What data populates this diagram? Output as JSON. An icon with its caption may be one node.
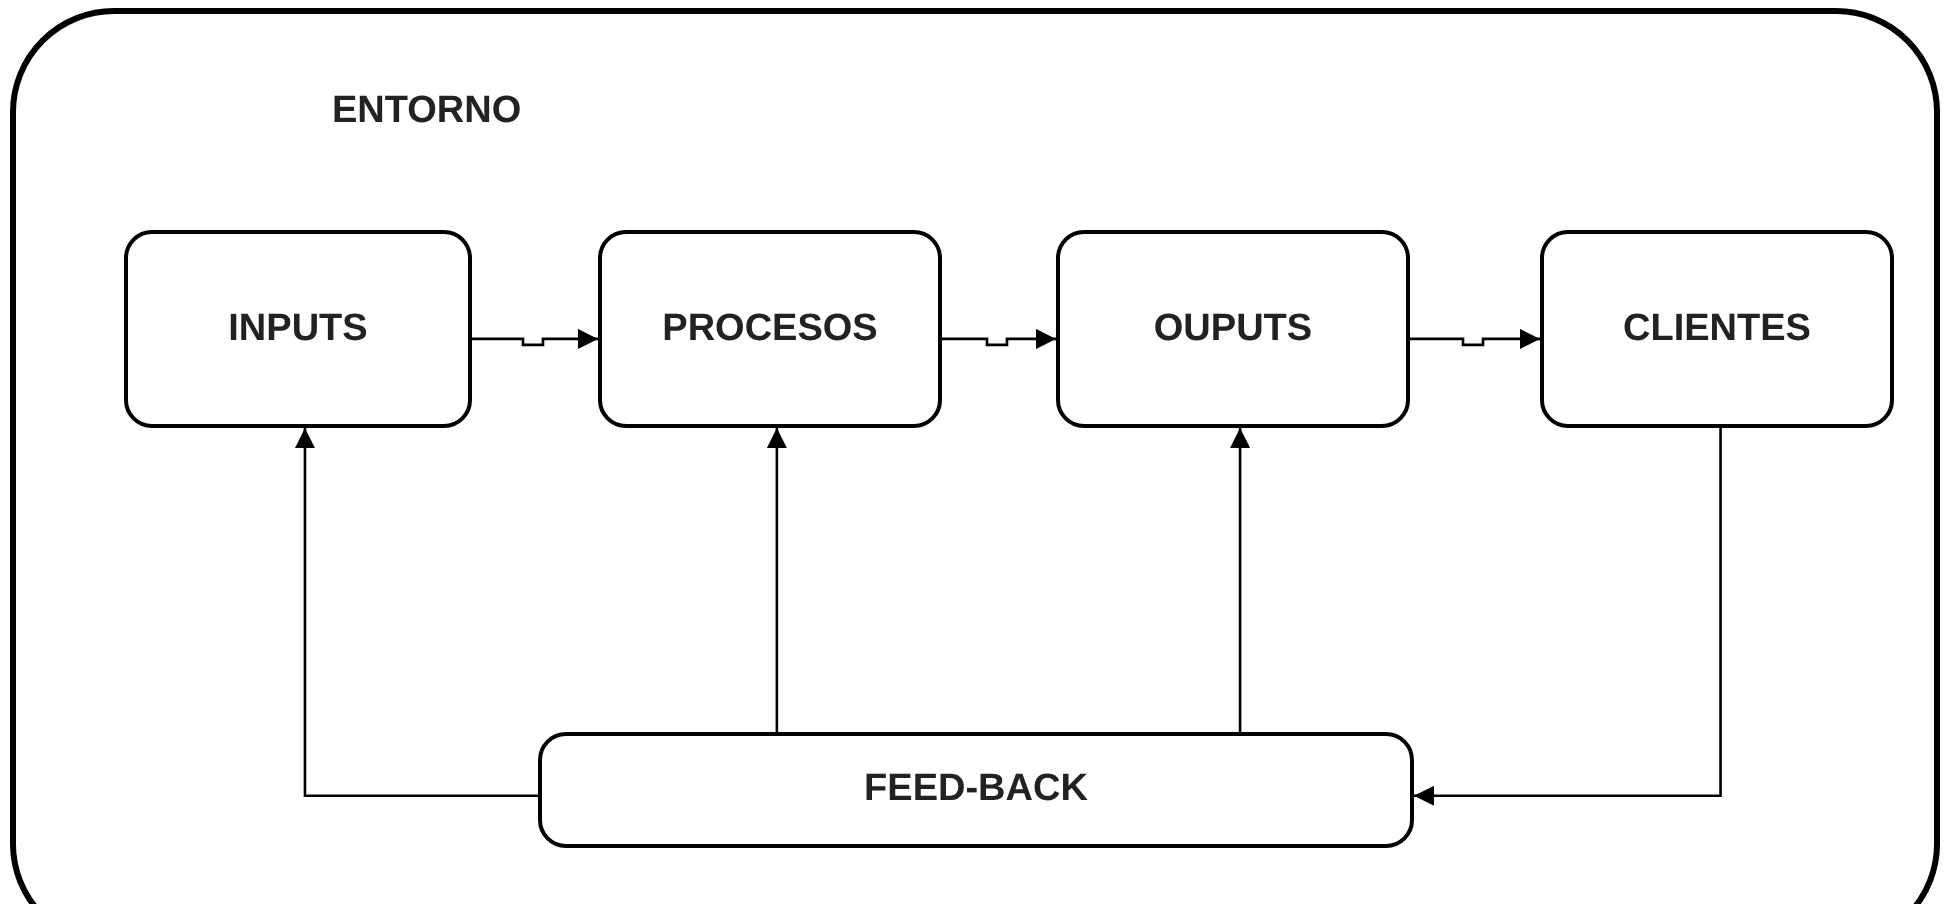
{
  "diagram": {
    "nodes": [
      {
        "text": [
          "ENTORNO"
        ]
      },
      {
        "text": [
          "INPUTS"
        ],
        "in": 0
      },
      {
        "text": [
          "PROCESOS"
        ],
        "in": 0
      },
      {
        "text": [
          "OUPUTS"
        ],
        "in": 0
      },
      {
        "text": [
          "CLIENTES"
        ],
        "in": 0
      },
      {
        "text": [
          "FEED-BACK"
        ],
        "in": 0
      }
    ],
    "edges": [
      {
        "from": 1,
        "to": 2,
        "arrow": "to"
      },
      {
        "from": 2,
        "to": 3,
        "arrow": "to"
      },
      {
        "from": 3,
        "to": 4,
        "arrow": "to"
      },
      {
        "from": 5,
        "to": 1,
        "arrow": "to"
      },
      {
        "from": 5,
        "to": 2,
        "arrow": "to"
      },
      {
        "from": 5,
        "to": 3,
        "arrow": "to"
      },
      {
        "from": 4,
        "to": 5,
        "arrow": "to"
      }
    ]
  }
}
